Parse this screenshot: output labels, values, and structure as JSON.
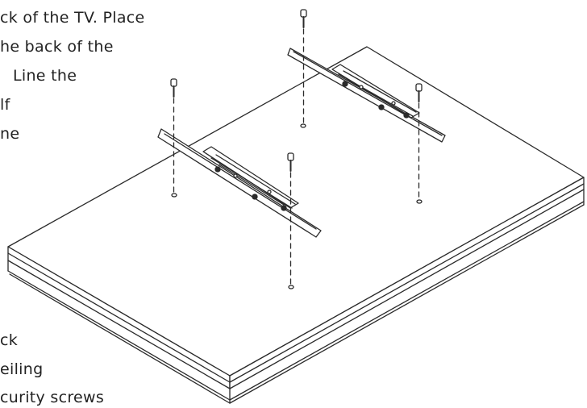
{
  "instructions_top": [
    "ck of the TV. Place",
    "he back of the",
    "Line the",
    "lf",
    "ne"
  ],
  "instructions_bottom": [
    "ck",
    "eiling",
    "curity screws"
  ],
  "colors": {
    "line": "#2a2a2a",
    "face": "#ffffff",
    "text": "#222222"
  },
  "parts": {
    "tv_panel": "tv-back-panel",
    "brackets": [
      "mounting-rail-left",
      "mounting-rail-right"
    ],
    "screws": 4
  }
}
